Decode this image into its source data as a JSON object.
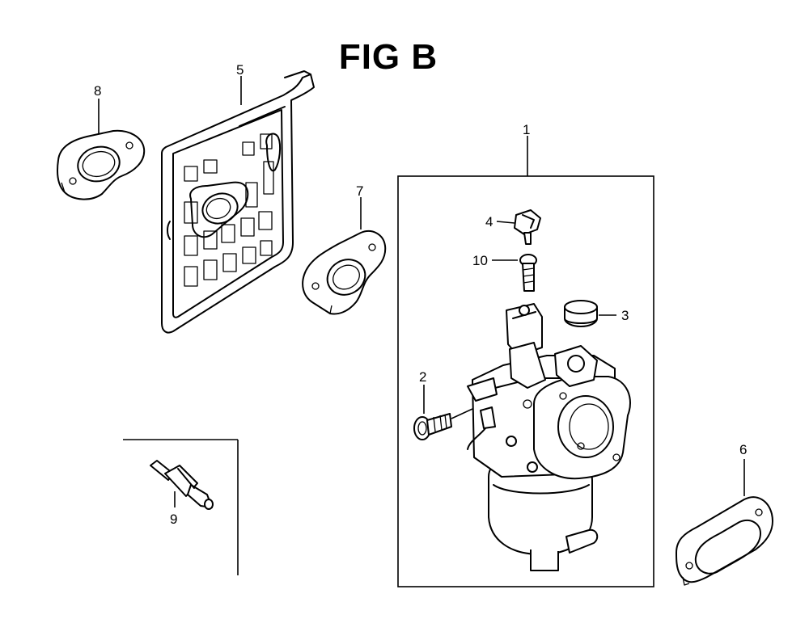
{
  "figure": {
    "title": "FIG B"
  },
  "callouts": {
    "c1": "1",
    "c2": "2",
    "c3": "3",
    "c4": "4",
    "c5": "5",
    "c6": "6",
    "c7": "7",
    "c8": "8",
    "c9": "9",
    "c10": "10"
  }
}
